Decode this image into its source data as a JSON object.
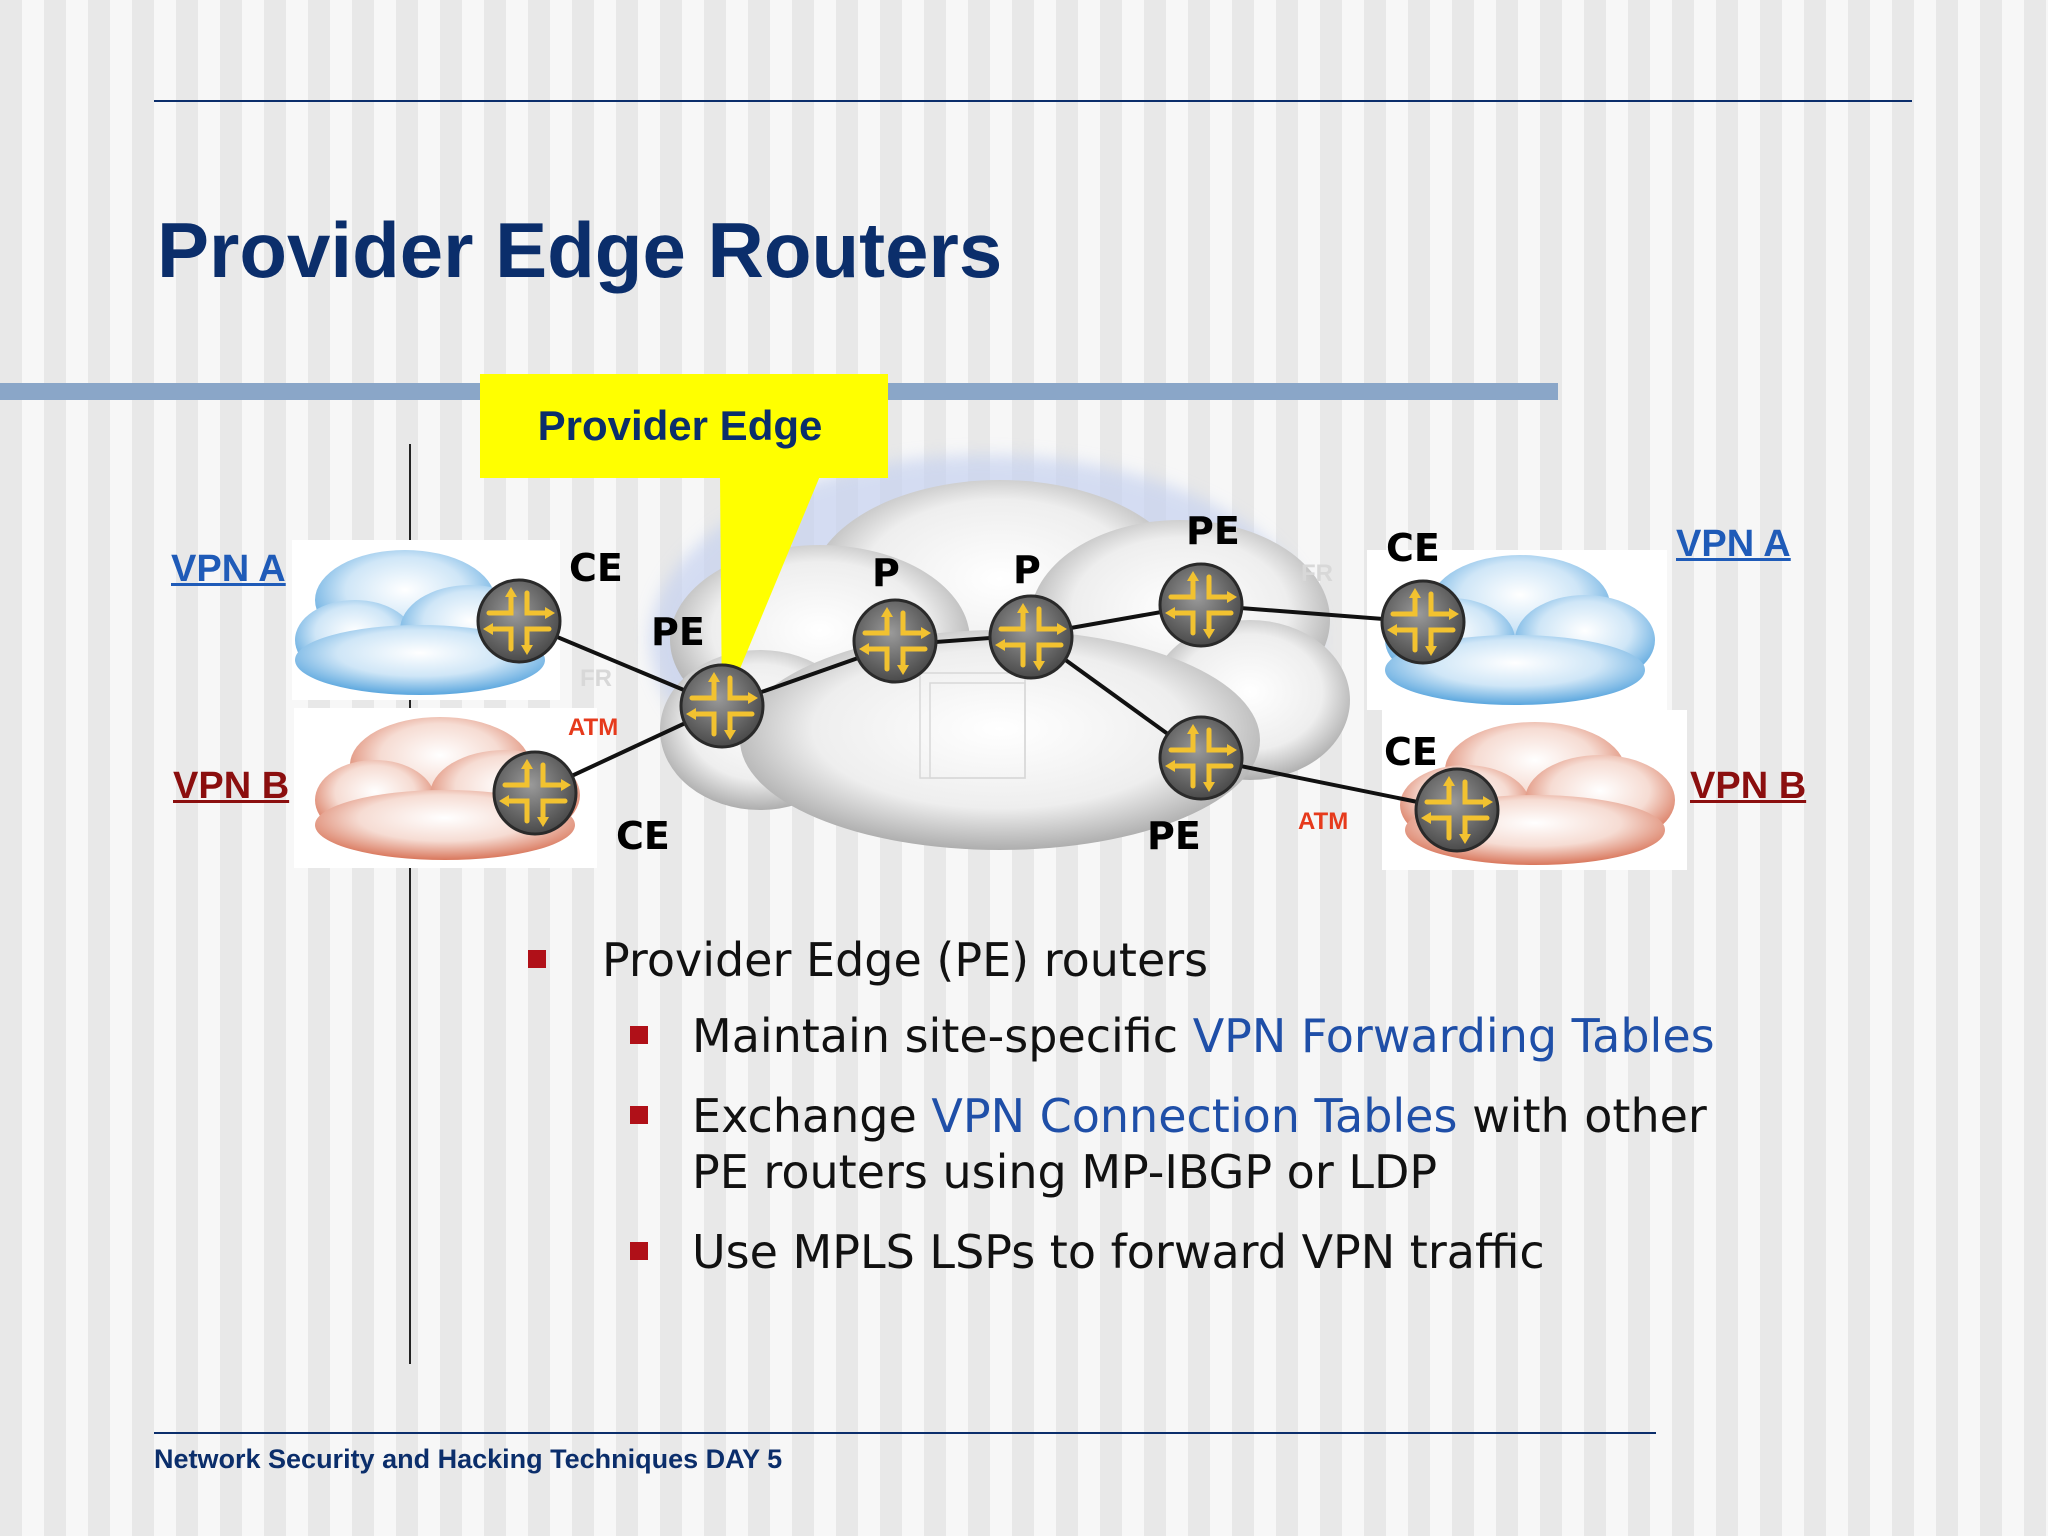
{
  "slide": {
    "title": "Provider Edge Routers",
    "footer": "Network Security and Hacking Techniques DAY 5"
  },
  "diagram": {
    "callout": "Provider Edge",
    "labels": {
      "ce_top_left": "CE",
      "pe_left": "PE",
      "ce_bottom_left": "CE",
      "p_left": "P",
      "p_right": "P",
      "pe_top_right": "PE",
      "pe_bottom_right": "PE",
      "ce_top_right": "CE",
      "ce_bottom_right": "CE"
    },
    "vpn": {
      "left_a": "VPN A",
      "left_b": "VPN B",
      "right_a": "VPN A",
      "right_b": "VPN B"
    },
    "links": {
      "fr_left": "FR",
      "atm_left": "ATM",
      "fr_right": "FR",
      "atm_right": "ATM"
    },
    "colors": {
      "callout": "#ffff00",
      "vpn_a": "#1f5bb8",
      "vpn_b": "#8b0f0f",
      "title": "#0b2e6b",
      "router_arrows": "#f2c230"
    }
  },
  "bullets": {
    "main": "Provider Edge (PE) routers",
    "sub1": {
      "text": "Maintain site-specific ",
      "highlight": "VPN Forwarding Tables"
    },
    "sub2": {
      "text_before": "Exchange ",
      "highlight": "VPN Connection Tables",
      "text_after": " with other",
      "line2": "PE routers using MP-IBGP or LDP"
    },
    "sub3": "Use MPLS LSPs to forward VPN traffic"
  }
}
